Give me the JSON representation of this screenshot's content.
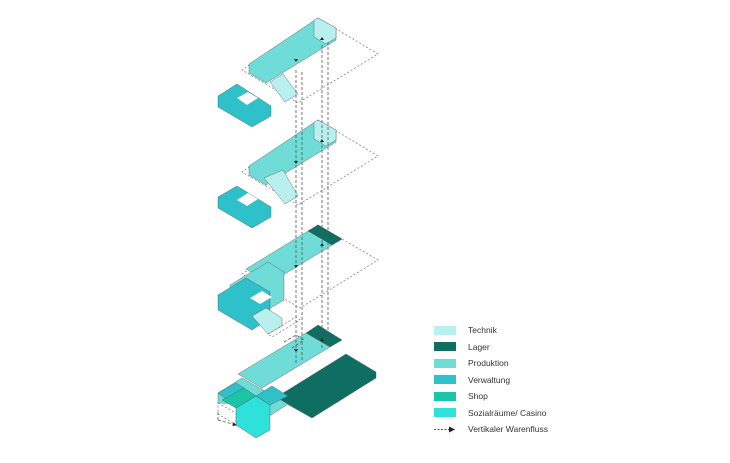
{
  "colors": {
    "technik": "#b8f0f0",
    "lager": "#0f6e62",
    "produktion": "#6fdcd8",
    "verwaltung": "#2ec1c9",
    "shop": "#1cc4a8",
    "sozial": "#2fe1db",
    "outline": "#555555"
  },
  "legend": [
    {
      "label": "Technik",
      "color": "#b8f0f0",
      "icon": "swatch"
    },
    {
      "label": "Lager",
      "color": "#0f6e62",
      "icon": "swatch"
    },
    {
      "label": "Produktion",
      "color": "#6fdcd8",
      "icon": "swatch"
    },
    {
      "label": "Verwaltung",
      "color": "#2ec1c9",
      "icon": "swatch"
    },
    {
      "label": "Shop",
      "color": "#1cc4a8",
      "icon": "swatch"
    },
    {
      "label": "Sozialräume/ Casino",
      "color": "#2fe1db",
      "icon": "swatch"
    },
    {
      "label": "Vertikaler Warenfluss",
      "color": "#222222",
      "icon": "dashed-arrow-icon"
    }
  ]
}
